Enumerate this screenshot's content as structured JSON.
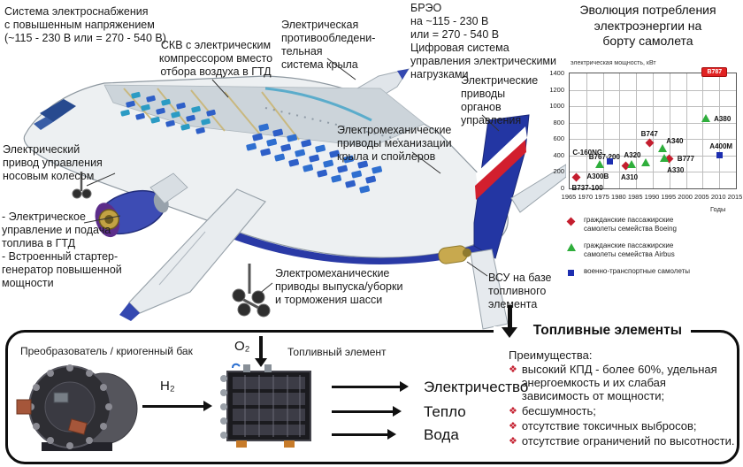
{
  "annotations": {
    "power_system": "Система электроснабжения\nс повышенным напряжением\n(~115 - 230 В или = 270 - 540 В)",
    "acs": "СКВ с электрическим\nкомпрессором вместо\nотбора воздуха в ГТД",
    "anti_ice": "Электрическая\nпротивообледени-\nтельная\nсистема крыла",
    "breo": "БРЭО\nна ~115 - 230 В\nили = 270 - 540 В\nЦифровая система\nуправления электрическими\nнагрузками",
    "flight_controls": "Электрические\nприводы\nорганов\nуправления",
    "wing_drives": "Электромеханические\nприводы механизации\nкрыла и спойлеров",
    "nose_wheel": "Электрический\nпривод управления\nносовым колесом",
    "engine_ctrl": "- Электрическое\nуправление и подача\nтоплива в ГТД\n- Встроенный стартер-\nгенератор повышенной\nмощности",
    "gear_drives": "Электромеханические\nприводы выпуска/уборки\nи торможения шасси",
    "apu": "ВСУ на базе\nтопливного\nэлемента"
  },
  "chart_data": {
    "type": "scatter",
    "title": "Эволюция потребления\nэлектроэнергии на\nборту самолета",
    "ylabel": "электрическая мощность, кВт",
    "xlabel": "Годы",
    "xlim": [
      1965,
      2015
    ],
    "xstep": 5,
    "ylim": [
      0,
      1400
    ],
    "ystep": 200,
    "grid": true,
    "legend_position": "bottom",
    "series": [
      {
        "name": "гражданские пассажирские\nсамолеты семейства Boeing",
        "marker": "diamond",
        "color": "#c41e2e",
        "points": [
          {
            "label": "B737-100",
            "x": 1967,
            "y": 130,
            "dx": -5,
            "dy": 7,
            "anchor": "start"
          },
          {
            "label": "B767-200",
            "x": 1982,
            "y": 275,
            "dx": -7,
            "dy": -14,
            "anchor": "end"
          },
          {
            "label": "B747",
            "x": 1989,
            "y": 550,
            "dx": 0,
            "dy": -15,
            "anchor": "middle"
          },
          {
            "label": "B777",
            "x": 1995,
            "y": 360,
            "dx": 9,
            "dy": -5,
            "anchor": "start"
          },
          {
            "label": "B787",
            "x": 2009,
            "y": 1400,
            "box": true
          }
        ]
      },
      {
        "name": "гражданские пассажирские\nсамолеты семейства Airbus",
        "marker": "triangle",
        "color": "#2fae3c",
        "points": [
          {
            "label": "A300B",
            "x": 1974,
            "y": 280,
            "dx": -2,
            "dy": 8,
            "anchor": "middle"
          },
          {
            "label": "A310",
            "x": 1983.5,
            "y": 275,
            "dx": -2,
            "dy": 9,
            "anchor": "middle"
          },
          {
            "label": "A320",
            "x": 1988,
            "y": 305,
            "dx": -6,
            "dy": -14,
            "anchor": "end"
          },
          {
            "label": "A340",
            "x": 1993,
            "y": 470,
            "dx": 4,
            "dy": -14,
            "anchor": "start"
          },
          {
            "label": "A330",
            "x": 1993.5,
            "y": 360,
            "dx": 3,
            "dy": 8,
            "anchor": "start"
          },
          {
            "label": "A380",
            "x": 2006,
            "y": 840,
            "dx": 9,
            "dy": -5,
            "anchor": "start"
          }
        ]
      },
      {
        "name": "военно-транспортные самолеты",
        "marker": "square",
        "color": "#1d2eb0",
        "points": [
          {
            "label": "C-160NG",
            "x": 1977,
            "y": 330,
            "dx": -8,
            "dy": -14,
            "anchor": "end"
          },
          {
            "label": "A400M",
            "x": 2010,
            "y": 400,
            "dx": 2,
            "dy": -15,
            "anchor": "middle"
          }
        ]
      }
    ]
  },
  "fuel": {
    "title": "Топливные элементы",
    "converter_label": "Преобразователь / криогенный бак",
    "h2": "H₂",
    "o2": "O₂",
    "cell_label": "Топливный элемент",
    "outputs": [
      "Электричество",
      "Тепло",
      "Вода"
    ],
    "advantages_title": "Преимущества:",
    "bullet": "❖",
    "advantages": [
      "высокий КПД - более 60%, удельная энергоемкость и их слабая зависимость от мощности;",
      "бесшумность;",
      "отсутствие токсичных выбросов;",
      "отсутствие ограничений по высотности."
    ]
  },
  "colors": {
    "boeing": "#c41e2e",
    "airbus": "#2fae3c",
    "military": "#1d2eb0",
    "accent_red": "#e02222",
    "tail_blue": "#2336a3"
  }
}
